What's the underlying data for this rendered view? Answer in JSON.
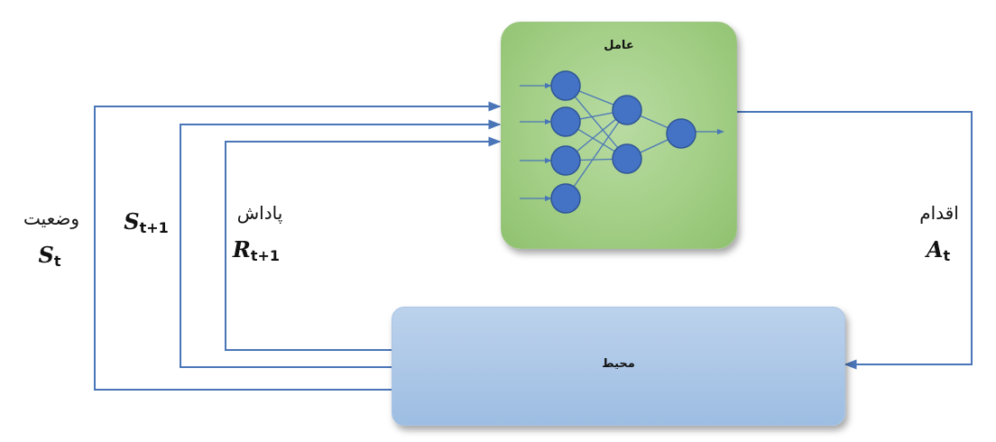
{
  "agent": {
    "title": "عامل"
  },
  "environment": {
    "title": "محیط"
  },
  "labels": {
    "state": {
      "word": "وضعیت",
      "symbol": "S",
      "sub": "t"
    },
    "next_state": {
      "symbol": "S",
      "sub": "t+1"
    },
    "reward": {
      "word": "پاداش",
      "symbol": "R",
      "sub": "t+1"
    },
    "action": {
      "word": "اقدام",
      "symbol": "A",
      "sub": "t"
    }
  },
  "colors": {
    "arrow": "#4a76b8",
    "node": "#4472c4",
    "node_stroke": "#2f5597",
    "agent_fill": "#a9d18e",
    "environment_fill": "#9dc3e6"
  }
}
